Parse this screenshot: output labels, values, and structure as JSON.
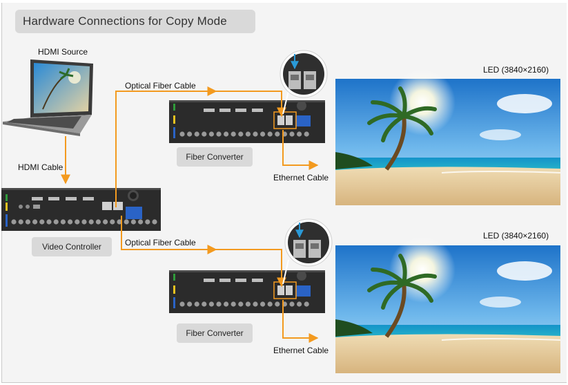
{
  "title": "Hardware Connections for Copy Mode",
  "labels": {
    "hdmi_source": "HDMI Source",
    "hdmi_cable": "HDMI Cable",
    "video_controller": "Video Controller",
    "optical_fiber_cable": "Optical Fiber Cable",
    "fiber_converter": "Fiber Converter",
    "ethernet_cable": "Ethernet Cable",
    "led_screen": "LED (3840×2160)"
  },
  "colors": {
    "cable": "#f39a1f",
    "device_body": "#2b2b2b",
    "tag_bg": "#d9d9d9",
    "port_green": "#2f9b3a",
    "port_yellow": "#e8c320",
    "port_blue": "#2a63c6"
  },
  "icons": [
    "laptop-icon",
    "magnifier-icon",
    "beach-image"
  ]
}
